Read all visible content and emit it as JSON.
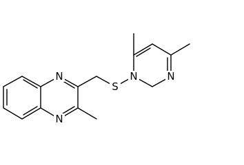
{
  "structure": {
    "atoms": {
      "n1_quinoxaline": "N",
      "n4_quinoxaline": "N",
      "sulfur": "S",
      "n1_pyrimidine": "N",
      "n3_pyrimidine": "N"
    }
  }
}
